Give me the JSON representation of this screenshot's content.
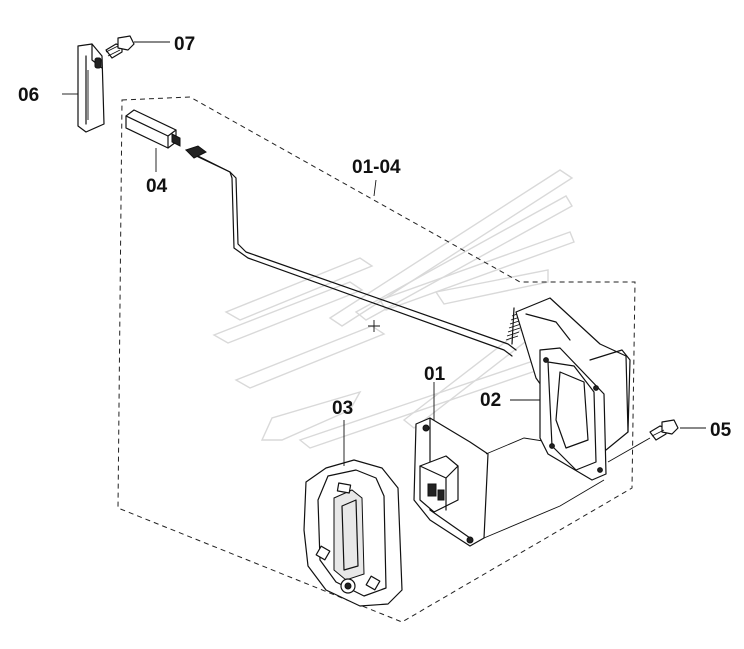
{
  "diagram": {
    "labels": {
      "p01_04": "01-04",
      "p01": "01",
      "p02": "02",
      "p03": "03",
      "p04": "04",
      "p05": "05",
      "p06": "06",
      "p07": "07"
    }
  }
}
